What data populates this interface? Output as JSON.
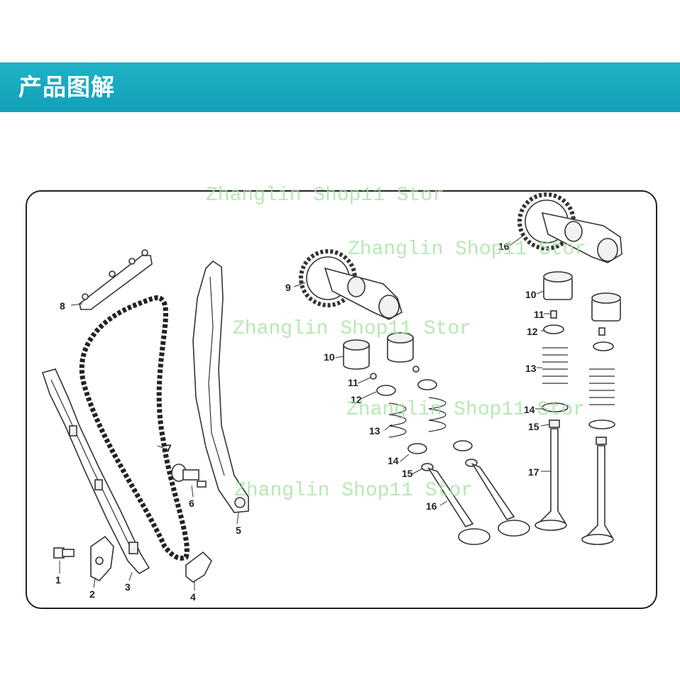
{
  "header": {
    "title": "产品图解"
  },
  "watermark": {
    "text": "Zhanglin Shop11 Stor"
  },
  "callouts": [
    "1",
    "2",
    "3",
    "4",
    "5",
    "6",
    "7",
    "8",
    "9",
    "10",
    "11",
    "12",
    "13",
    "14",
    "15",
    "16",
    "17"
  ],
  "left_group_callouts": {
    "9": "9",
    "10": "10",
    "11": "11",
    "12": "12",
    "13": "13",
    "14": "14",
    "15": "15",
    "16": "16"
  },
  "right_group_callouts": {
    "16": "16",
    "10": "10",
    "11": "11",
    "12": "12",
    "13": "13",
    "14": "14",
    "15": "15",
    "17": "17"
  }
}
